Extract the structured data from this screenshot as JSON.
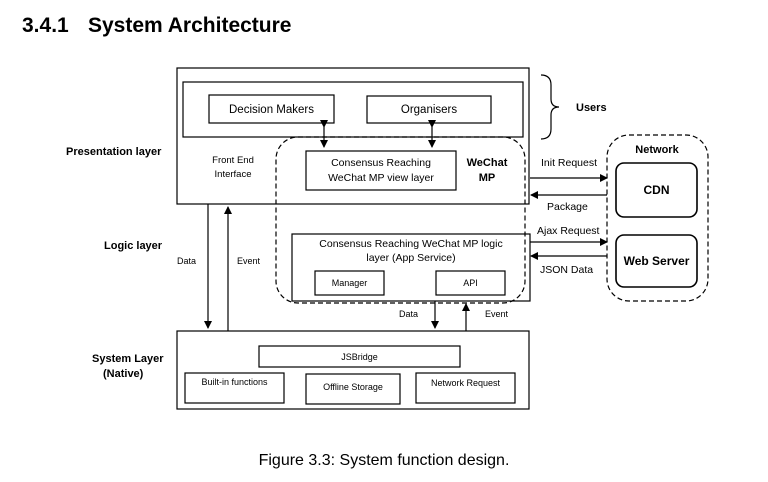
{
  "heading": {
    "number": "3.4.1",
    "title": "System Architecture"
  },
  "layers": {
    "presentation": "Presentation layer",
    "logic": "Logic layer",
    "system_line1": "System Layer",
    "system_line2": "(Native)"
  },
  "users": {
    "label": "Users",
    "decision_makers": "Decision Makers",
    "organisers": "Organisers"
  },
  "front_end": {
    "line1": "Front End",
    "line2": "Interface"
  },
  "view_layer": {
    "line1": "Consensus Reaching",
    "line2": "WeChat MP view layer"
  },
  "wechat_mp": {
    "line1": "WeChat",
    "line2": "MP"
  },
  "logic_box": {
    "line1": "Consensus Reaching WeChat MP logic",
    "line2": "layer (App Service)",
    "manager": "Manager",
    "api": "API"
  },
  "left_arrows": {
    "data": "Data",
    "event": "Event"
  },
  "bottom_arrows": {
    "data": "Data",
    "event": "Event"
  },
  "system": {
    "jsbridge": "JSBridge",
    "builtin": "Built-in functions",
    "offline": "Offline Storage",
    "network_request": "Network Request"
  },
  "network": {
    "label": "Network",
    "cdn": "CDN",
    "web_server": "Web Server",
    "init_request": "Init Request",
    "package": "Package",
    "ajax_request": "Ajax Request",
    "json_data": "JSON Data"
  },
  "caption": "Figure 3.3: System function design."
}
